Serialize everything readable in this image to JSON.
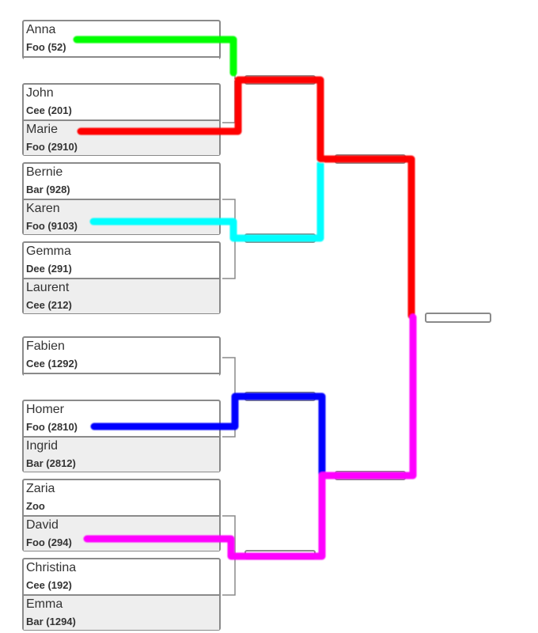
{
  "entrants": [
    {
      "name": "Anna",
      "meta": "Foo (52)"
    },
    {
      "name": "John",
      "meta": "Cee (201)"
    },
    {
      "name": "Marie",
      "meta": "Foo (2910)"
    },
    {
      "name": "Bernie",
      "meta": "Bar (928)"
    },
    {
      "name": "Karen",
      "meta": "Foo (9103)"
    },
    {
      "name": "Gemma",
      "meta": "Dee (291)"
    },
    {
      "name": "Laurent",
      "meta": "Cee (212)"
    },
    {
      "name": "Fabien",
      "meta": "Cee (1292)"
    },
    {
      "name": "Homer",
      "meta": "Foo (2810)"
    },
    {
      "name": "Ingrid",
      "meta": "Bar (2812)"
    },
    {
      "name": "Zaria",
      "meta": "Zoo"
    },
    {
      "name": "David",
      "meta": "Foo (294)"
    },
    {
      "name": "Christina",
      "meta": "Cee (192)"
    },
    {
      "name": "Emma",
      "meta": "Bar (1294)"
    }
  ],
  "paths": [
    {
      "entrant": "Anna",
      "color": "#00ff00"
    },
    {
      "entrant": "Marie",
      "color": "#ff0000"
    },
    {
      "entrant": "Karen",
      "color": "#00ffff"
    },
    {
      "entrant": "Homer",
      "color": "#0000ff"
    },
    {
      "entrant": "David",
      "color": "#ff00ff"
    }
  ]
}
